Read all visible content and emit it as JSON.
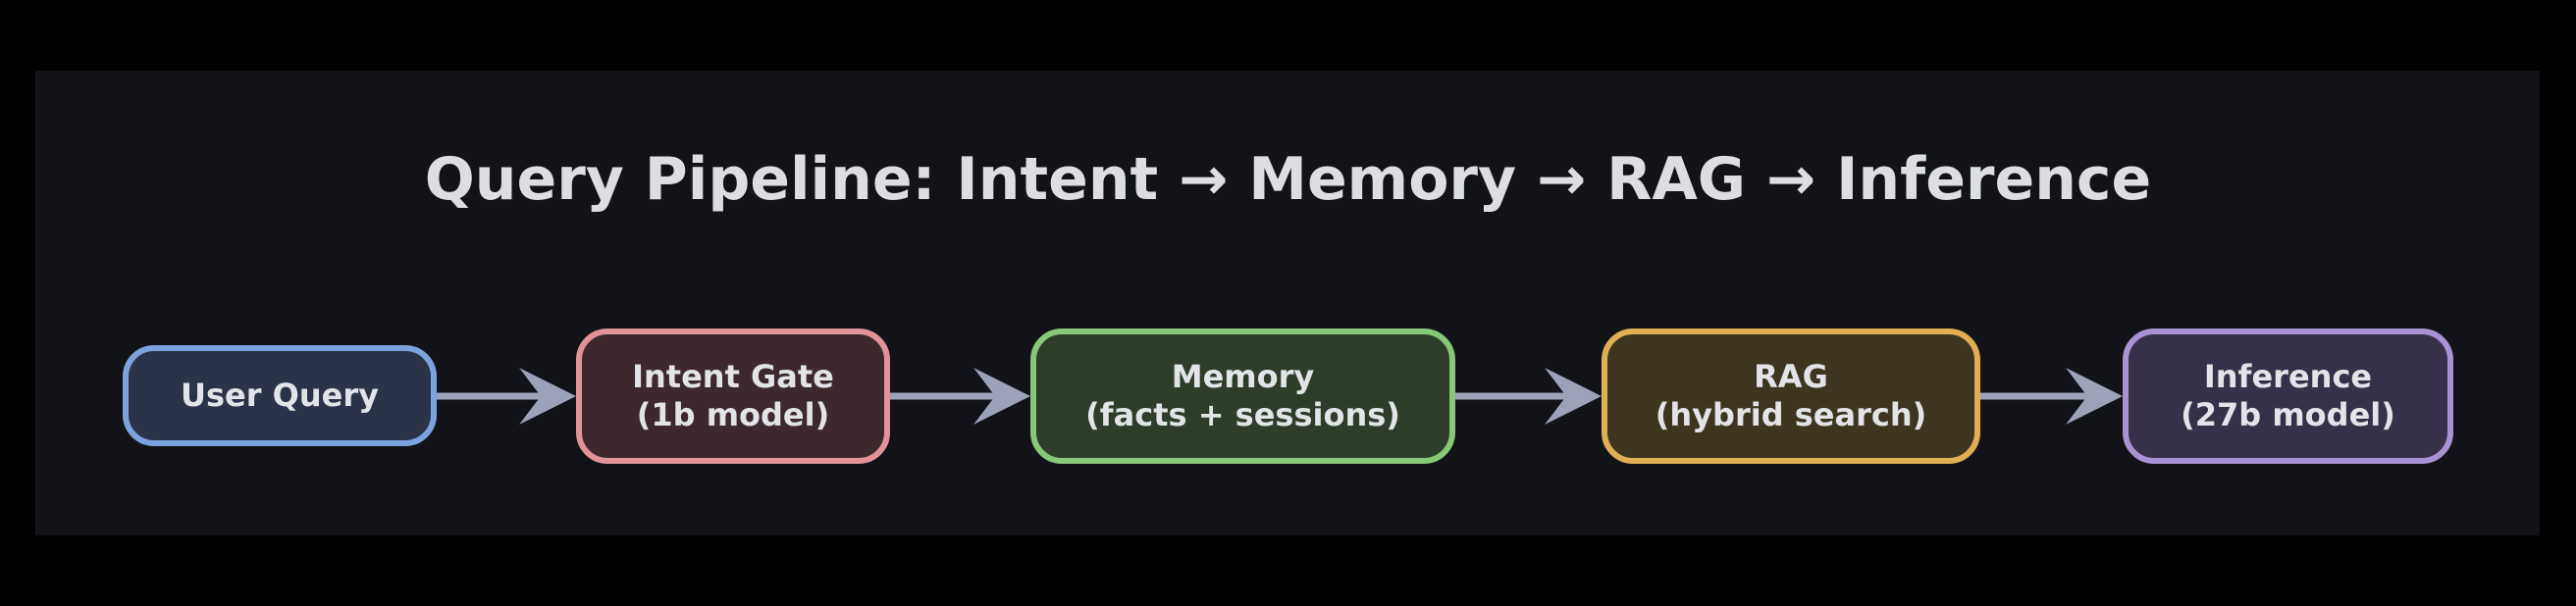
{
  "diagram": {
    "title": "Query Pipeline: Intent → Memory → RAG → Inference",
    "nodes": [
      {
        "id": "user-query",
        "line1": "User Query",
        "line2": "",
        "border_color": "#7da2e0",
        "fill_color": "#2b3348"
      },
      {
        "id": "intent-gate",
        "line1": "Intent Gate",
        "line2": "(1b model)",
        "border_color": "#e2939a",
        "fill_color": "#3d292d"
      },
      {
        "id": "memory",
        "line1": "Memory",
        "line2": "(facts + sessions)",
        "border_color": "#86c878",
        "fill_color": "#2d3d2a"
      },
      {
        "id": "rag",
        "line1": "RAG",
        "line2": "(hybrid search)",
        "border_color": "#e0ae53",
        "fill_color": "#3e3521"
      },
      {
        "id": "inference",
        "line1": "Inference",
        "line2": "(27b model)",
        "border_color": "#a991d6",
        "fill_color": "#373049"
      }
    ],
    "colors": {
      "outer_background": "#000000",
      "panel_background": "#111318",
      "title_text": "#dcdee2",
      "node_text": "#e2e4e8",
      "arrow": "#9ca2b8"
    }
  }
}
